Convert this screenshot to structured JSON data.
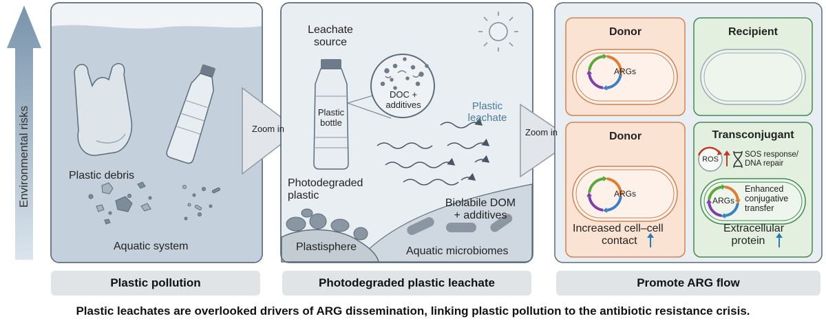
{
  "side_axis": {
    "label": "Environmental risks"
  },
  "panel1": {
    "items": [
      "Plastic debris",
      "Aquatic system"
    ],
    "footer": "Plastic pollution"
  },
  "arrow1": {
    "label": "Zoom in"
  },
  "panel2": {
    "leachate_source": [
      "Leachate",
      "source"
    ],
    "bottle_label": [
      "Plastic",
      "bottle"
    ],
    "doc_label": [
      "DOC +",
      "additives"
    ],
    "plastic_leachate": [
      "Plastic",
      "leachate"
    ],
    "photodegraded": [
      "Photodegraded",
      "plastic"
    ],
    "biolabile": [
      "Biolabile DOM",
      "+ additives"
    ],
    "plastisphere": "Plastisphere",
    "aquatic_microbiomes": "Aquatic microbiomes",
    "footer": "Photodegraded plastic leachate"
  },
  "arrow2": {
    "label": "Zoom in"
  },
  "panel3": {
    "donor_top": {
      "title": "Donor",
      "args": "ARGs"
    },
    "recipient": {
      "title": "Recipient"
    },
    "donor_bottom": {
      "title": "Donor",
      "args": "ARGs",
      "note": [
        "Increased cell–cell",
        "contact"
      ]
    },
    "transconjugant": {
      "title": "Transconjugant",
      "ros": "ROS",
      "sos": [
        "SOS response/",
        "DNA repair"
      ],
      "args": "ARGs",
      "enhanced": [
        "Enhanced",
        "conjugative",
        "transfer"
      ],
      "note": [
        "Extracellular",
        "protein"
      ]
    },
    "footer": "Promote ARG flow"
  },
  "caption": "Plastic leachates are overlooked drivers of ARG dissemination, linking plastic pollution to the antibiotic resistance crisis.",
  "colors": {
    "panel_fill": "#e9eef3",
    "water": "#c4d1dc",
    "outline": "#5a6b7a",
    "donor_fill": "#fbe3d4",
    "donor_border": "#cf8152",
    "recipient_fill": "#e3efdf",
    "recipient_border": "#3f8a4e",
    "footer_fill": "#e1e4e7",
    "up_arrow": "#2a7ab0",
    "red_arrow": "#c0392b"
  },
  "icons": [
    "up-arrow-icon",
    "sun-icon",
    "plastic-bag-icon",
    "plastic-bottle-icon",
    "magnifier-icon",
    "dna-icon",
    "plasmid-icon"
  ]
}
